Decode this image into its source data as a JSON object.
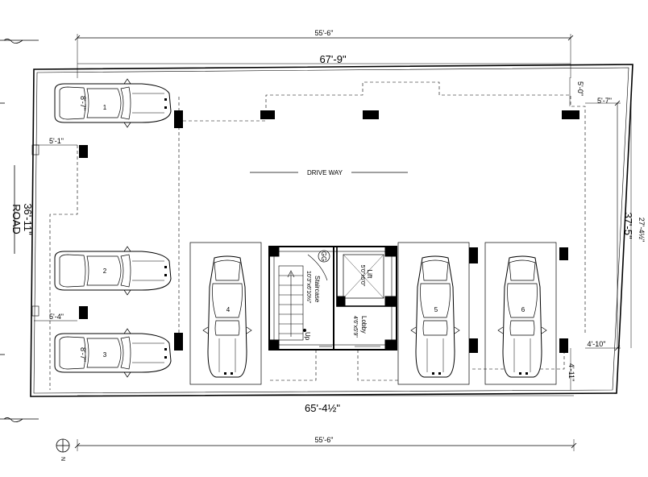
{
  "dimensions": {
    "top_overall": "55'-6\"",
    "top_plot": "67'-9\"",
    "bottom_plot": "65'-4½\"",
    "bottom_overall": "55'-6\"",
    "left_plot": "36'-11\"",
    "right_plot": "37'-5\"",
    "right_inner": "27'-4½\"",
    "setback_top_right": "5'-0\"",
    "setback_right_top": "5'-7\"",
    "left_setback_top": "5'-1\"",
    "left_setback_bottom": "5'-4\"",
    "right_setback_bottom": "4'-10\"",
    "bottom_right_setback": "4'-11\"",
    "car1_dim": "8'-7\"",
    "car3_dim": "8'-7\""
  },
  "labels": {
    "road": "ROAD",
    "driveway": "DRIVE WAY",
    "staircase": "Staircase",
    "staircase_size": "10'3\"x6'10½\"",
    "lift": "Lift",
    "lift_size": "5'0\"x5'0\"",
    "lobby": "Lobby",
    "lobby_size": "4'6\"x5'9\"",
    "up": "Up",
    "gg": "GG",
    "north": "N"
  },
  "cars": [
    {
      "id": "1"
    },
    {
      "id": "2"
    },
    {
      "id": "3"
    },
    {
      "id": "4"
    },
    {
      "id": "5"
    },
    {
      "id": "6"
    }
  ]
}
